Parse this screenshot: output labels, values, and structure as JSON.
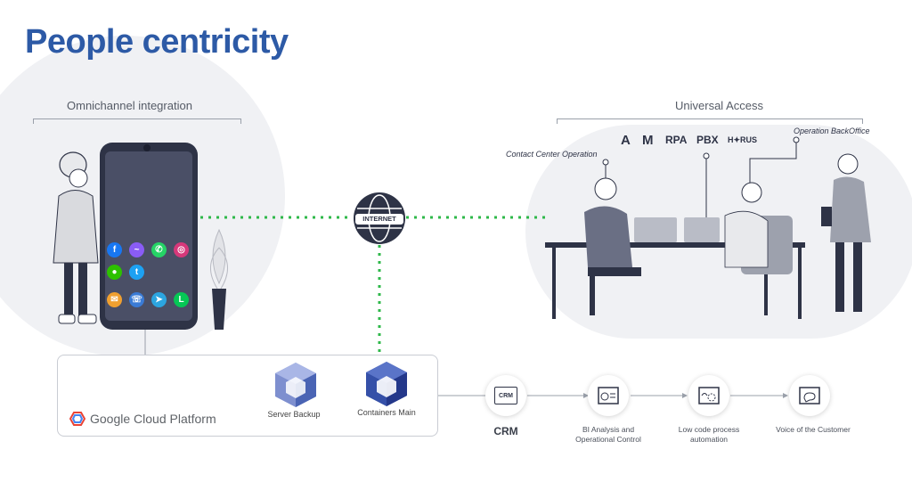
{
  "title": "People centricity",
  "sections": {
    "omnichannel": "Omnichannel integration",
    "universal_access": "Universal Access"
  },
  "internet_label": "INTERNET",
  "platform": {
    "name": "Google Cloud Platform",
    "server_backup": "Server Backup",
    "containers_main": "Containers Main"
  },
  "flow": [
    {
      "label": "CRM",
      "icon_text": "CRM",
      "icon": "crm-icon"
    },
    {
      "label": "BI Analysis and Operational Control",
      "icon": "bi-analysis-icon"
    },
    {
      "label": "Low code process automation",
      "icon": "automation-icon"
    },
    {
      "label": "Voice of the Customer",
      "icon": "voice-customer-icon"
    }
  ],
  "brands": [
    "A",
    "M",
    "RPA",
    "PBX",
    "H✦RUS"
  ],
  "annotations": {
    "contact_center": "Contact Center Operation",
    "backoffice": "Operation BackOffice"
  },
  "apps": [
    "facebook-icon",
    "messenger-icon",
    "whatsapp-icon",
    "instagram-icon",
    "wechat-icon",
    "twitter-icon",
    "email-icon",
    "phone-icon",
    "telegram-icon",
    "line-icon"
  ],
  "colors": {
    "title": "#2d5aa6",
    "dotted_line": "#2fb84a",
    "dark": "#2e3346",
    "cube": "#4a64b4"
  }
}
